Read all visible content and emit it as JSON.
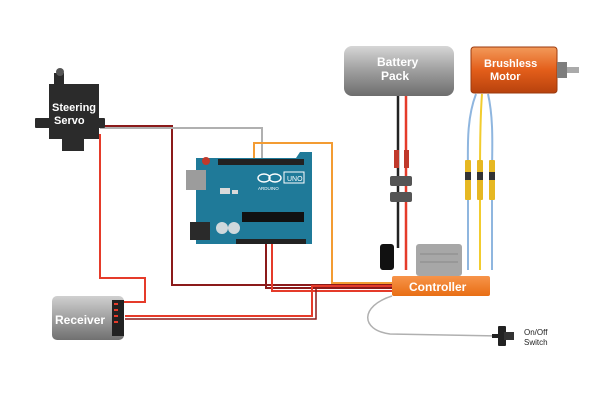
{
  "components": {
    "servo": {
      "label_line1": "Steering",
      "label_line2": "Servo"
    },
    "battery": {
      "label_line1": "Battery",
      "label_line2": "Pack"
    },
    "motor": {
      "label_line1": "Brushless",
      "label_line2": "Motor"
    },
    "receiver": {
      "label": "Receiver"
    },
    "controller": {
      "label": "Controller"
    },
    "switch": {
      "label_line1": "On/Off",
      "label_line2": "Switch"
    },
    "arduino": {
      "board_name": "UNO",
      "brand": "ARDUINO"
    }
  },
  "colors": {
    "wire_dark_red": "#8b1a1a",
    "wire_red": "#e53b2a",
    "wire_orange": "#f39c33",
    "wire_gray": "#b0b0b0",
    "wire_black": "#222222",
    "wire_yellow": "#f2cc2e",
    "wire_blue": "#8fb6df",
    "controller_orange": "#f47b20",
    "motor_orange": "#e35e1a",
    "arduino_teal": "#1f7a99",
    "battery_gray": "#8e8e8e"
  }
}
